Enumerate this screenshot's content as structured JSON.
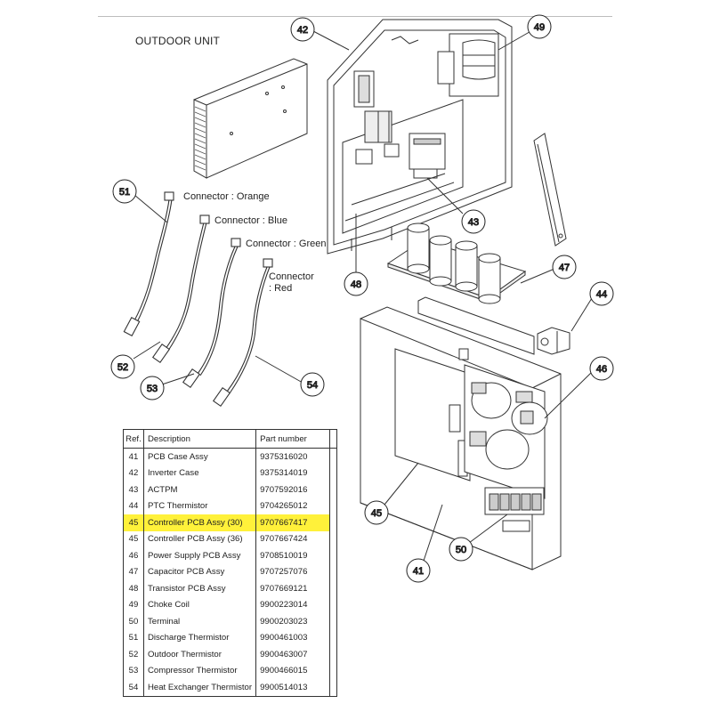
{
  "title": "OUTDOOR UNIT",
  "callouts": {
    "c41": "41",
    "c42": "42",
    "c43": "43",
    "c44": "44",
    "c45": "45",
    "c46": "46",
    "c47": "47",
    "c48": "48",
    "c49": "49",
    "c50": "50",
    "c51": "51",
    "c52": "52",
    "c53": "53",
    "c54": "54"
  },
  "connectors": {
    "orange": "Connector : Orange",
    "blue": "Connector : Blue",
    "green": "Connector : Green",
    "red_line1": "Connector",
    "red_line2": ": Red"
  },
  "table": {
    "headers": {
      "ref": "Ref.",
      "description": "Description",
      "part_number": "Part number"
    },
    "rows": [
      {
        "ref": "41",
        "description": "PCB Case Assy",
        "part_number": "9375316020"
      },
      {
        "ref": "42",
        "description": "Inverter Case",
        "part_number": "9375314019"
      },
      {
        "ref": "43",
        "description": "ACTPM",
        "part_number": "9707592016"
      },
      {
        "ref": "44",
        "description": "PTC Thermistor",
        "part_number": "9704265012"
      },
      {
        "ref": "45",
        "description": "Controller PCB Assy (30)",
        "part_number": "9707667417",
        "highlighted": true
      },
      {
        "ref": "45",
        "description": "Controller PCB Assy (36)",
        "part_number": "9707667424"
      },
      {
        "ref": "46",
        "description": "Power Supply PCB Assy",
        "part_number": "9708510019"
      },
      {
        "ref": "47",
        "description": "Capacitor PCB Assy",
        "part_number": "9707257076"
      },
      {
        "ref": "48",
        "description": "Transistor PCB Assy",
        "part_number": "9707669121"
      },
      {
        "ref": "49",
        "description": "Choke Coil",
        "part_number": "9900223014"
      },
      {
        "ref": "50",
        "description": "Terminal",
        "part_number": "9900203023"
      },
      {
        "ref": "51",
        "description": "Discharge Thermistor",
        "part_number": "9900461003"
      },
      {
        "ref": "52",
        "description": "Outdoor Thermistor",
        "part_number": "9900463007"
      },
      {
        "ref": "53",
        "description": "Compressor Thermistor",
        "part_number": "9900466015"
      },
      {
        "ref": "54",
        "description": "Heat Exchanger Thermistor",
        "part_number": "9900514013"
      }
    ]
  },
  "colors": {
    "highlight": "#fff13a",
    "line": "#333333",
    "balloon": "#222222"
  }
}
